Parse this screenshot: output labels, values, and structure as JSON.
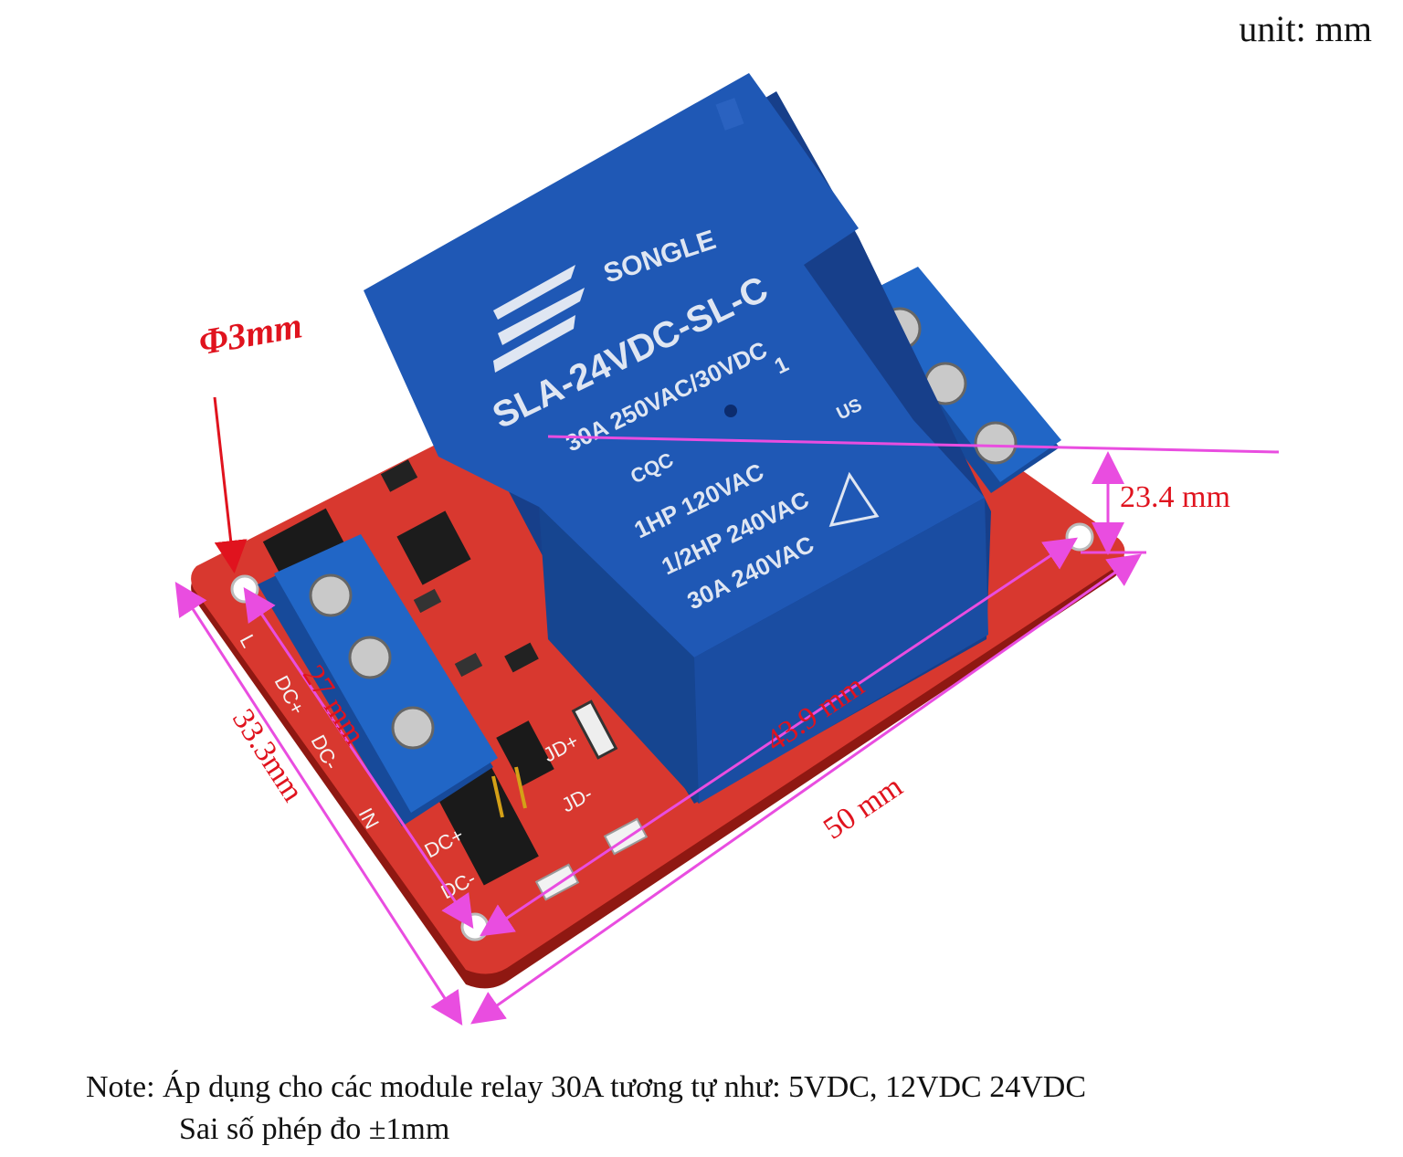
{
  "unit_label": "unit: mm",
  "hole": {
    "label": "Φ3mm"
  },
  "dimensions": {
    "height": "23.4 mm",
    "length_total": "50 mm",
    "hole_spacing_long": "43.9 mm",
    "width_total": "33.3mm",
    "hole_spacing_short": "27 mm"
  },
  "relay": {
    "brand": "SONGLE",
    "model": "SLA-24VDC-SL-C",
    "rating_contact": "30A 250VAC/30VDC",
    "cert": "CQC",
    "rating_1": "1HP 120VAC",
    "rating_2": "1/2HP 240VAC",
    "rating_3": "30A 240VAC",
    "pin_number": "1",
    "ul_mark": "US"
  },
  "pcb_labels": {
    "left_terminal": [
      "L",
      "DC+",
      "DC-",
      "IN"
    ],
    "jumper": [
      "DC+",
      "DC-"
    ],
    "led": [
      "JD+",
      "JD-"
    ]
  },
  "note": {
    "line1": "Note: Áp dụng cho các module relay 30A tương tự như: 5VDC, 12VDC 24VDC",
    "line2": "Sai số phép đo ±1mm"
  },
  "colors": {
    "pcb": "#d8382f",
    "relay": "#1f58b5",
    "terminal": "#2166c6",
    "dimension_line": "#e94de0",
    "dimension_text": "#e0131e"
  }
}
